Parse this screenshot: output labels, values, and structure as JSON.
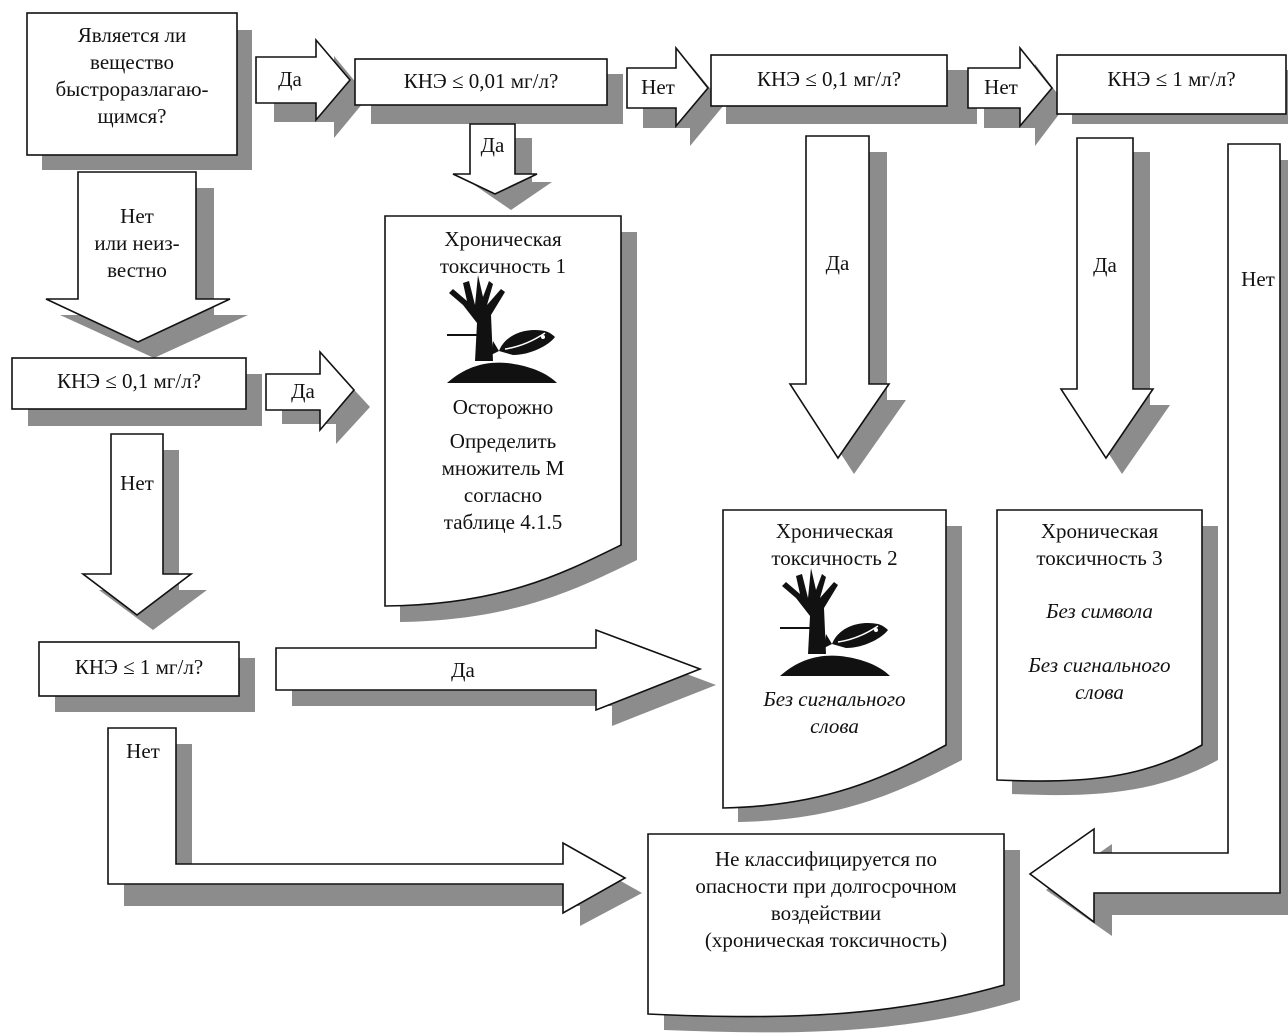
{
  "question_fast": [
    "Является ли",
    "вещество",
    "быстроразлагаю-",
    "щимся?"
  ],
  "q_top_1": "КНЭ ≤ 0,01 мг/л?",
  "q_top_2": "КНЭ ≤ 0,1 мг/л?",
  "q_top_3": "КНЭ ≤ 1 мг/л?",
  "q_left_1": "КНЭ ≤ 0,1 мг/л?",
  "q_left_2": "КНЭ ≤ 1 мг/л?",
  "arrow_labels": {
    "yes": "Да",
    "no": "Нет",
    "no_or_unknown": [
      "Нет",
      "или неиз-",
      "вестно"
    ]
  },
  "chronic_1": {
    "title": [
      "Хроническая",
      "токсичность 1"
    ],
    "signal": "Осторожно",
    "note": [
      "Определить",
      "множитель М",
      "согласно",
      "таблице 4.1.5"
    ]
  },
  "chronic_2": {
    "title": [
      "Хроническая",
      "токсичность 2"
    ],
    "note": [
      "Без сигнального",
      "слова"
    ]
  },
  "chronic_3": {
    "title": [
      "Хроническая",
      "токсичность 3"
    ],
    "symbol_note": "Без символа",
    "note": [
      "Без сигнального",
      "слова"
    ]
  },
  "not_classified": [
    "Не классифицируется по",
    "опасности при долгосрочном",
    "воздействии",
    "(хроническая токсичность)"
  ],
  "colors": {
    "shadow": "#8c8c8c",
    "border": "#111111",
    "fill": "#ffffff"
  }
}
